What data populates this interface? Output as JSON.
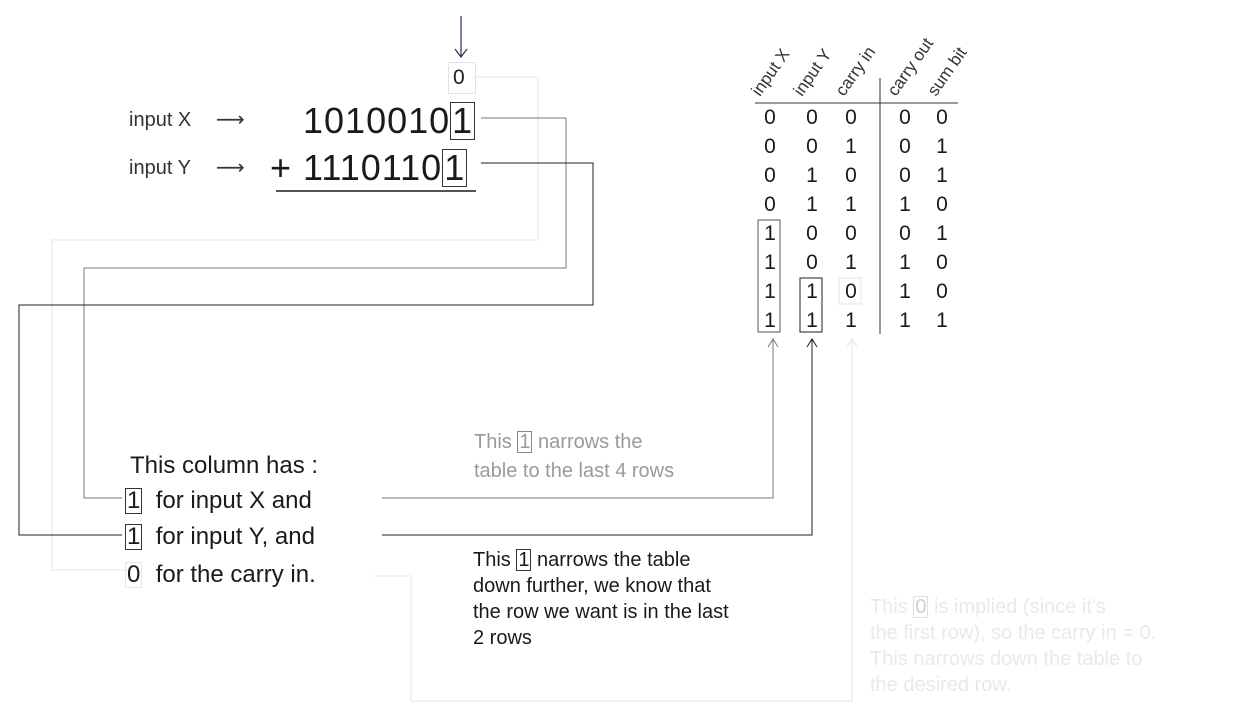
{
  "carry_in": "0",
  "input_x": {
    "label": "input X",
    "arrow": "⟶",
    "digits": "1010010",
    "last_digit": "1"
  },
  "input_y": {
    "label": "input Y",
    "arrow": "⟶",
    "plus": "+",
    "digits": "1110110",
    "last_digit": "1"
  },
  "truth_table": {
    "headers": [
      "input X",
      "input Y",
      "carry in",
      "carry out",
      "sum bit"
    ],
    "rows": [
      [
        "0",
        "0",
        "0",
        "0",
        "0"
      ],
      [
        "0",
        "0",
        "1",
        "0",
        "1"
      ],
      [
        "0",
        "1",
        "0",
        "0",
        "1"
      ],
      [
        "0",
        "1",
        "1",
        "1",
        "0"
      ],
      [
        "1",
        "0",
        "0",
        "0",
        "1"
      ],
      [
        "1",
        "0",
        "1",
        "1",
        "0"
      ],
      [
        "1",
        "1",
        "0",
        "1",
        "0"
      ],
      [
        "1",
        "1",
        "1",
        "1",
        "1"
      ]
    ]
  },
  "column_note": {
    "title": "This column has :",
    "line1_value": "1",
    "line1_text": "for input X and",
    "line2_value": "1",
    "line2_text": "for input Y, and",
    "line3_value": "0",
    "line3_text": "for the carry in."
  },
  "note_x": {
    "prefix": "This",
    "value": "1",
    "suffix": "narrows the",
    "line2": "table to the last 4 rows"
  },
  "note_y": {
    "prefix": "This",
    "value": "1",
    "suffix": "narrows the table",
    "line2": "down further, we know that",
    "line3": "the row we want is in the last",
    "line4": "2 rows"
  },
  "note_carry": {
    "prefix": "This",
    "value": "0",
    "suffix": "is implied (since it's",
    "line2": "the first row), so the carry in = 0.",
    "line3": "This narrows down the table to",
    "line4": "the desired row."
  },
  "colors": {
    "wire_x": "#7a7a7a",
    "wire_y": "#1f1f1f",
    "wire_carry": "#e4e4e4",
    "dark_text": "#1a1a1a",
    "gray_text": "#9a9a9a",
    "faint_text": "#e9e9e9",
    "arrow_top": "#2b2b5a"
  }
}
